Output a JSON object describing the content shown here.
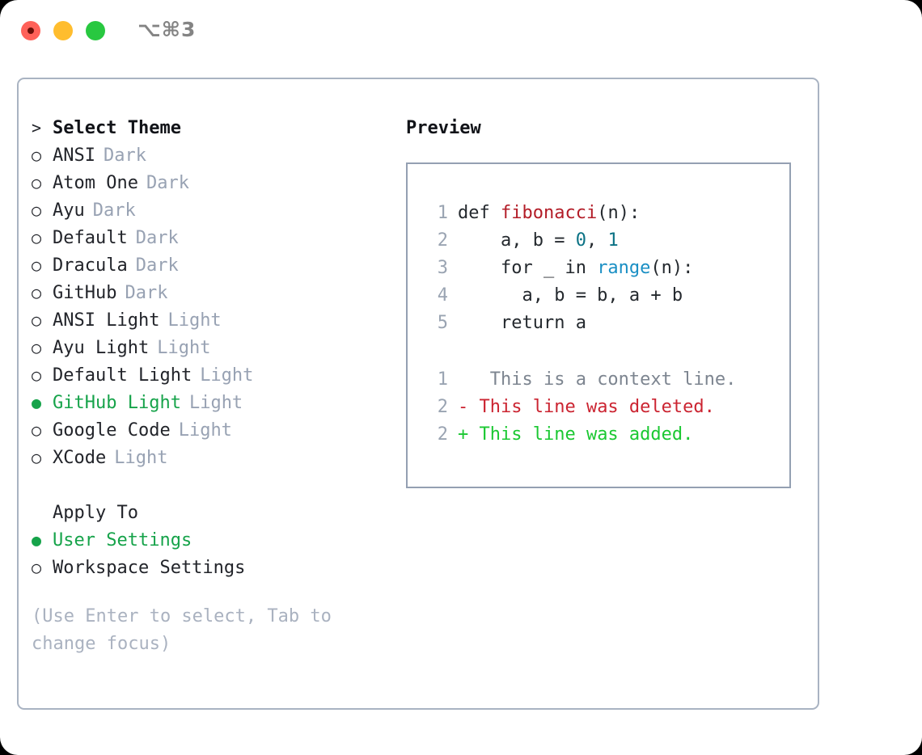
{
  "titlebar": {
    "shortcut": "⌥⌘3",
    "buttons": [
      "close",
      "minimize",
      "maximize"
    ]
  },
  "theme_picker": {
    "header": "Select Theme",
    "header_marker": ">",
    "marker_selected": "●",
    "marker_unselected": "○",
    "items": [
      {
        "label": "ANSI",
        "badge": "Dark",
        "selected": false
      },
      {
        "label": "Atom One",
        "badge": "Dark",
        "selected": false
      },
      {
        "label": "Ayu",
        "badge": "Dark",
        "selected": false
      },
      {
        "label": "Default",
        "badge": "Dark",
        "selected": false
      },
      {
        "label": "Dracula",
        "badge": "Dark",
        "selected": false
      },
      {
        "label": "GitHub",
        "badge": "Dark",
        "selected": false
      },
      {
        "label": "ANSI Light",
        "badge": "Light",
        "selected": false
      },
      {
        "label": "Ayu Light",
        "badge": "Light",
        "selected": false
      },
      {
        "label": "Default Light",
        "badge": "Light",
        "selected": false
      },
      {
        "label": "GitHub Light",
        "badge": "Light",
        "selected": true
      },
      {
        "label": "Google Code",
        "badge": "Light",
        "selected": false
      },
      {
        "label": "XCode",
        "badge": "Light",
        "selected": false
      }
    ]
  },
  "apply_to": {
    "header": "Apply To",
    "items": [
      {
        "label": "User Settings",
        "selected": true
      },
      {
        "label": "Workspace Settings",
        "selected": false
      }
    ]
  },
  "hint": "(Use Enter to select, Tab to\nchange focus)",
  "preview": {
    "title": "Preview",
    "code_lines": [
      {
        "no": "1",
        "segments": [
          {
            "text": "def ",
            "type": "plain"
          },
          {
            "text": "fibonacci",
            "type": "function"
          },
          {
            "text": "(n):",
            "type": "plain"
          }
        ]
      },
      {
        "no": "2",
        "segments": [
          {
            "text": "    a, b = ",
            "type": "plain"
          },
          {
            "text": "0",
            "type": "number"
          },
          {
            "text": ", ",
            "type": "plain"
          },
          {
            "text": "1",
            "type": "number"
          }
        ]
      },
      {
        "no": "3",
        "segments": [
          {
            "text": "    for _ in ",
            "type": "plain"
          },
          {
            "text": "range",
            "type": "call"
          },
          {
            "text": "(n):",
            "type": "plain"
          }
        ]
      },
      {
        "no": "4",
        "segments": [
          {
            "text": "      a, b = b, a + b",
            "type": "plain"
          }
        ]
      },
      {
        "no": "5",
        "segments": [
          {
            "text": "    return a",
            "type": "plain"
          }
        ]
      }
    ],
    "diff_lines": [
      {
        "no": "1",
        "sign": " ",
        "text": "  This is a context line.",
        "type": "context"
      },
      {
        "no": "2",
        "sign": "-",
        "text": " This line was deleted.",
        "type": "deleted"
      },
      {
        "no": "2",
        "sign": "+",
        "text": " This line was added.",
        "type": "added"
      }
    ]
  },
  "colors": {
    "selected_green": "#16a34a",
    "badge_gray": "#98a2b3",
    "diff_added": "#1bc832",
    "diff_deleted": "#cb2431",
    "diff_context": "#7d8590",
    "token_function": "#b31d28",
    "token_number": "#0b7285",
    "token_call": "#1a8fc4",
    "panel_border": "#a9b3c2",
    "preview_border": "#94a0b2"
  }
}
